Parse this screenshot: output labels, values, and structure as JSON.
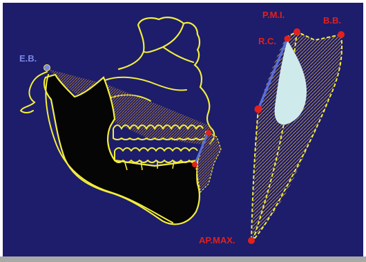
{
  "colors": {
    "background": "#1d1d6b",
    "outline": "#f3ee3c",
    "mandible_fill": "#050505",
    "point_marker": "#e3201c",
    "envelope_line": "#5a6fd8",
    "reference_point": "#7b86e6",
    "hatch": "#9a7043",
    "envelope_inner": "#cfeaea",
    "bottom_strip": "#a8a8a8"
  },
  "labels": {
    "eb": "E.B.",
    "pmi": "P.M.I.",
    "bb": "B.B.",
    "rc": "R.C.",
    "apmax": "AP.MAX."
  }
}
